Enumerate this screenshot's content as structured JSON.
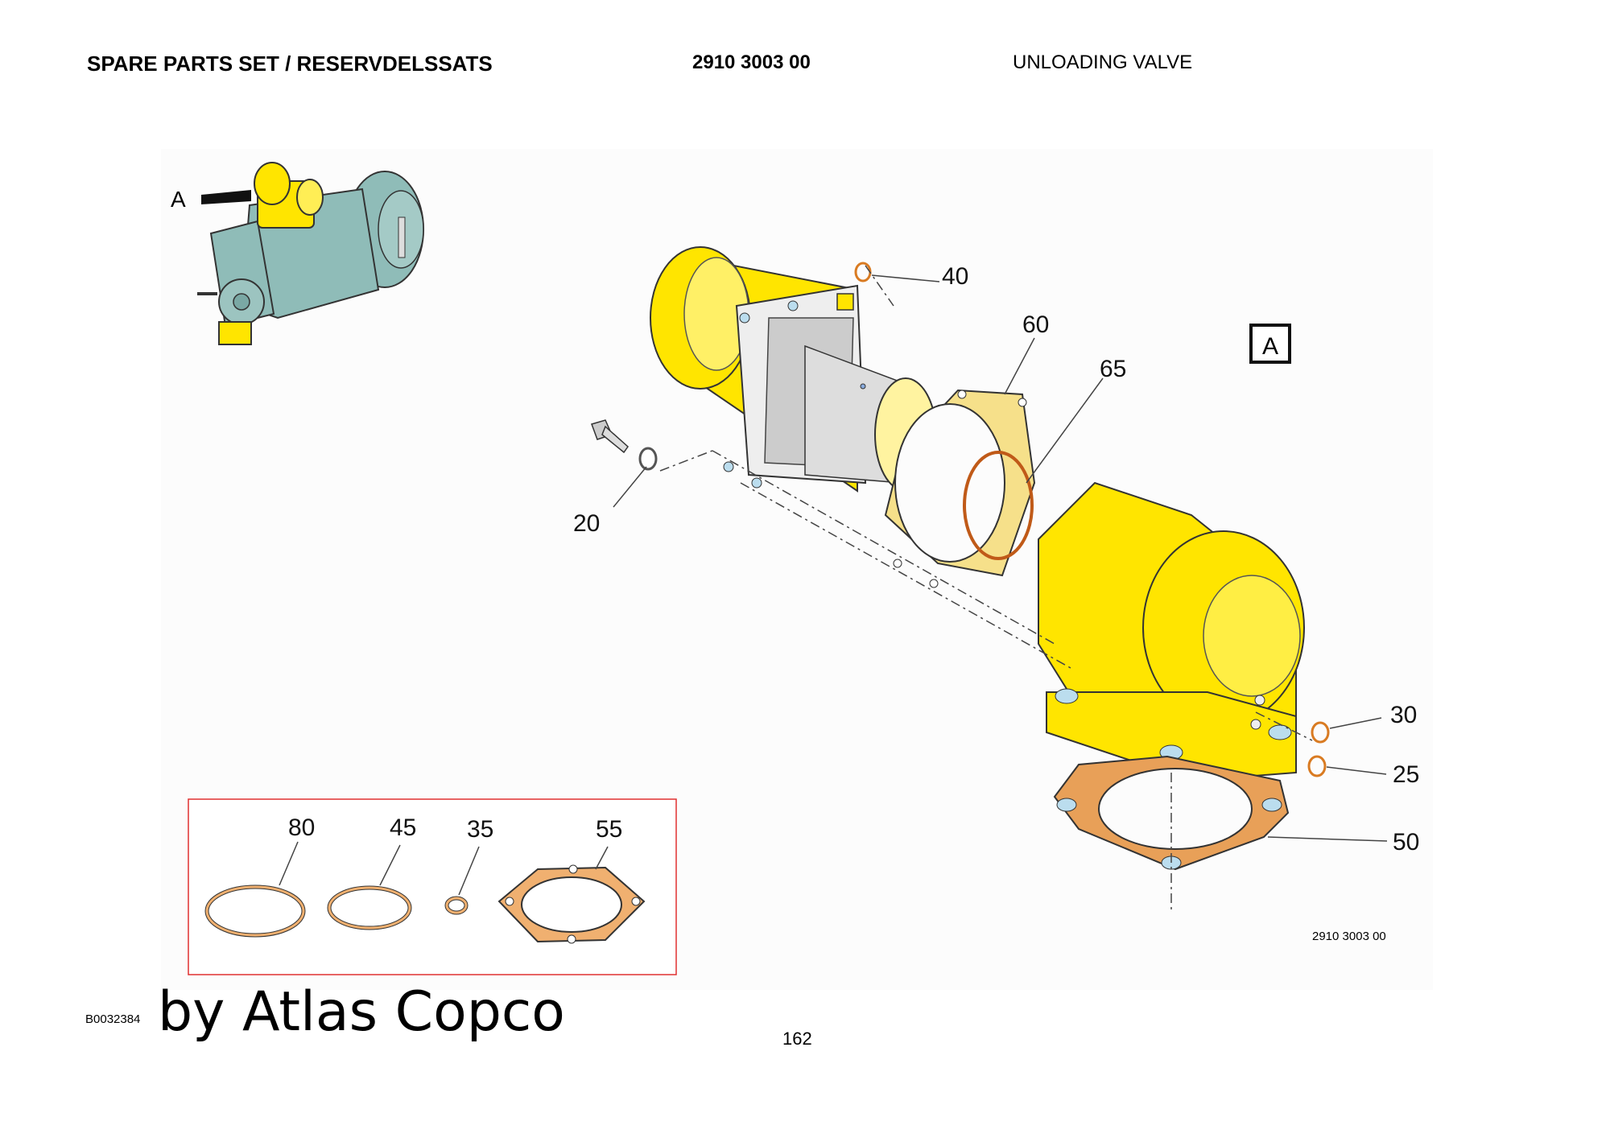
{
  "header": {
    "title": "SPARE PARTS SET / RESERVDELSSATS",
    "number": "2910 3003 00",
    "subtitle": "UNLOADING VALVE"
  },
  "drawing": {
    "view_marker": "A",
    "detail_label": "A",
    "callouts": {
      "c40": "40",
      "c60": "60",
      "c65": "65",
      "c20": "20",
      "c30": "30",
      "c25": "25",
      "c50": "50",
      "c80": "80",
      "c45": "45",
      "c35": "35",
      "c55": "55"
    },
    "drawing_number": "2910 3003 00",
    "colors": {
      "part": "#ffe500",
      "gasket": "#f0b070",
      "orange": "#e0832a",
      "block": "#8fbcb8"
    }
  },
  "footer": {
    "doc_code": "B0032384",
    "watermark": "by Atlas Copco",
    "page_number": "162"
  }
}
